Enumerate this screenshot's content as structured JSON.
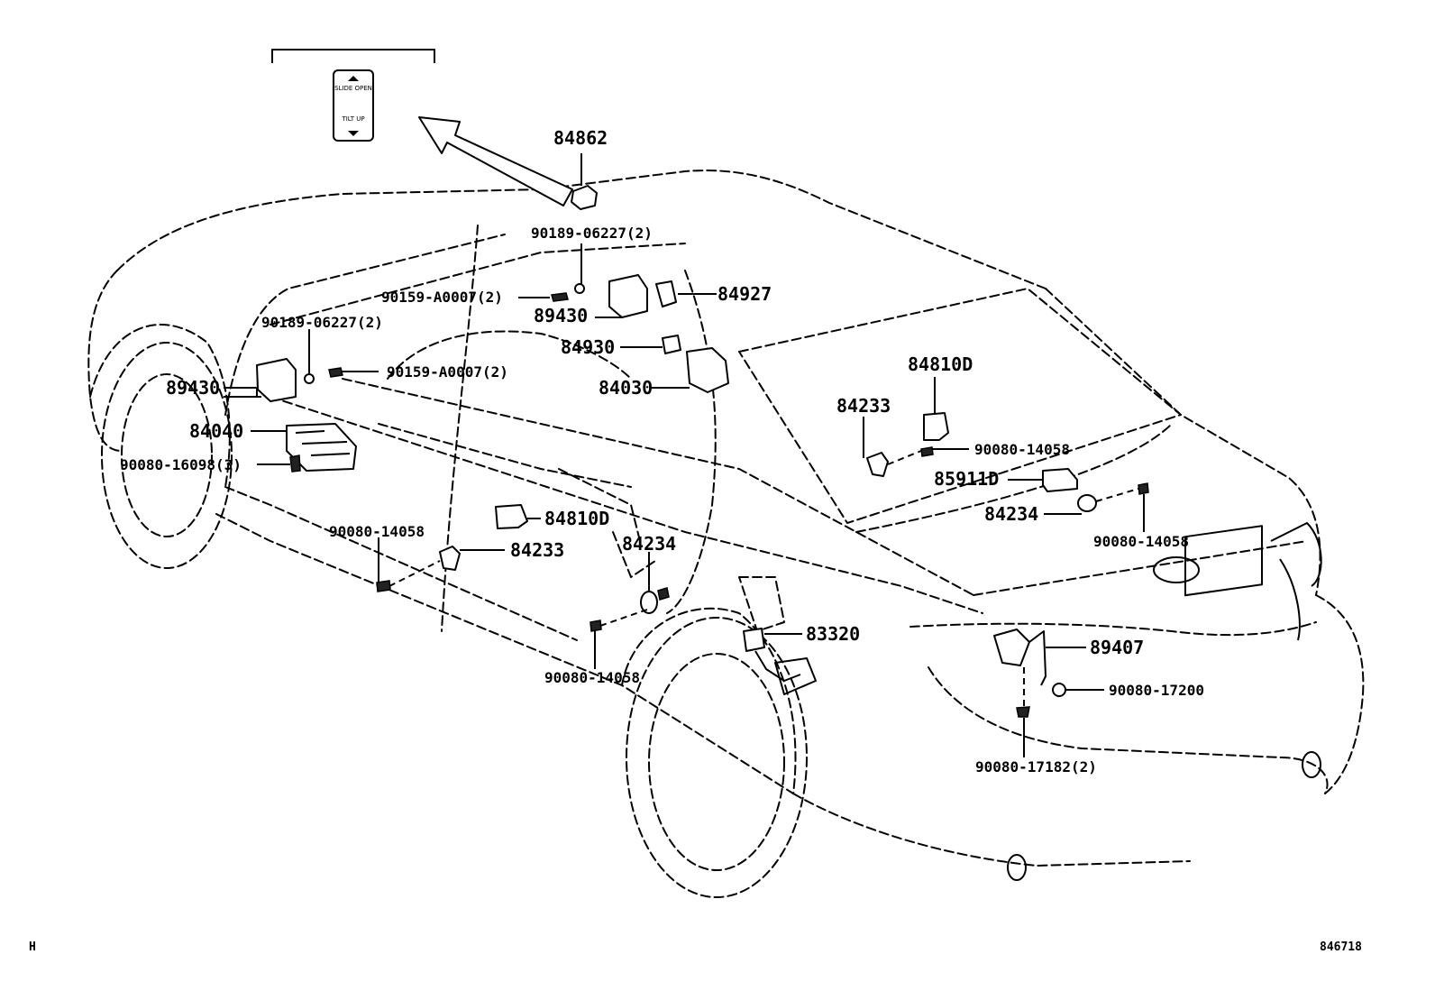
{
  "diagram": {
    "page_code": "H",
    "figure_id": "846718",
    "switch_inset": {
      "top_label": "SLIDE OPEN",
      "bottom_label": "TILT UP"
    },
    "parts": {
      "p84862": "84862",
      "p90189_top": "90189-06227(2)",
      "p90159_top": "90159-A0007(2)",
      "p84927": "84927",
      "p89430_top": "89430",
      "p84930": "84930",
      "p84030": "84030",
      "p90189_left": "90189-06227(2)",
      "p90159_left": "90159-A0007(2)",
      "p89430_left": "89430",
      "p84040": "84040",
      "p90080_16098": "90080-16098(3)",
      "p84810d_right": "84810D",
      "p84233_right": "84233",
      "p90080_14058_r1": "90080-14058",
      "p85911d": "85911D",
      "p84234_right": "84234",
      "p90080_14058_r2": "90080-14058",
      "p84810d_mid": "84810D",
      "p90080_14058_left": "90080-14058",
      "p84233_mid": "84233",
      "p84234_mid": "84234",
      "p83320": "83320",
      "p89407": "89407",
      "p90080_17200": "90080-17200",
      "p90080_14058_bottom": "90080-14058",
      "p90080_17182": "90080-17182(2)"
    }
  }
}
